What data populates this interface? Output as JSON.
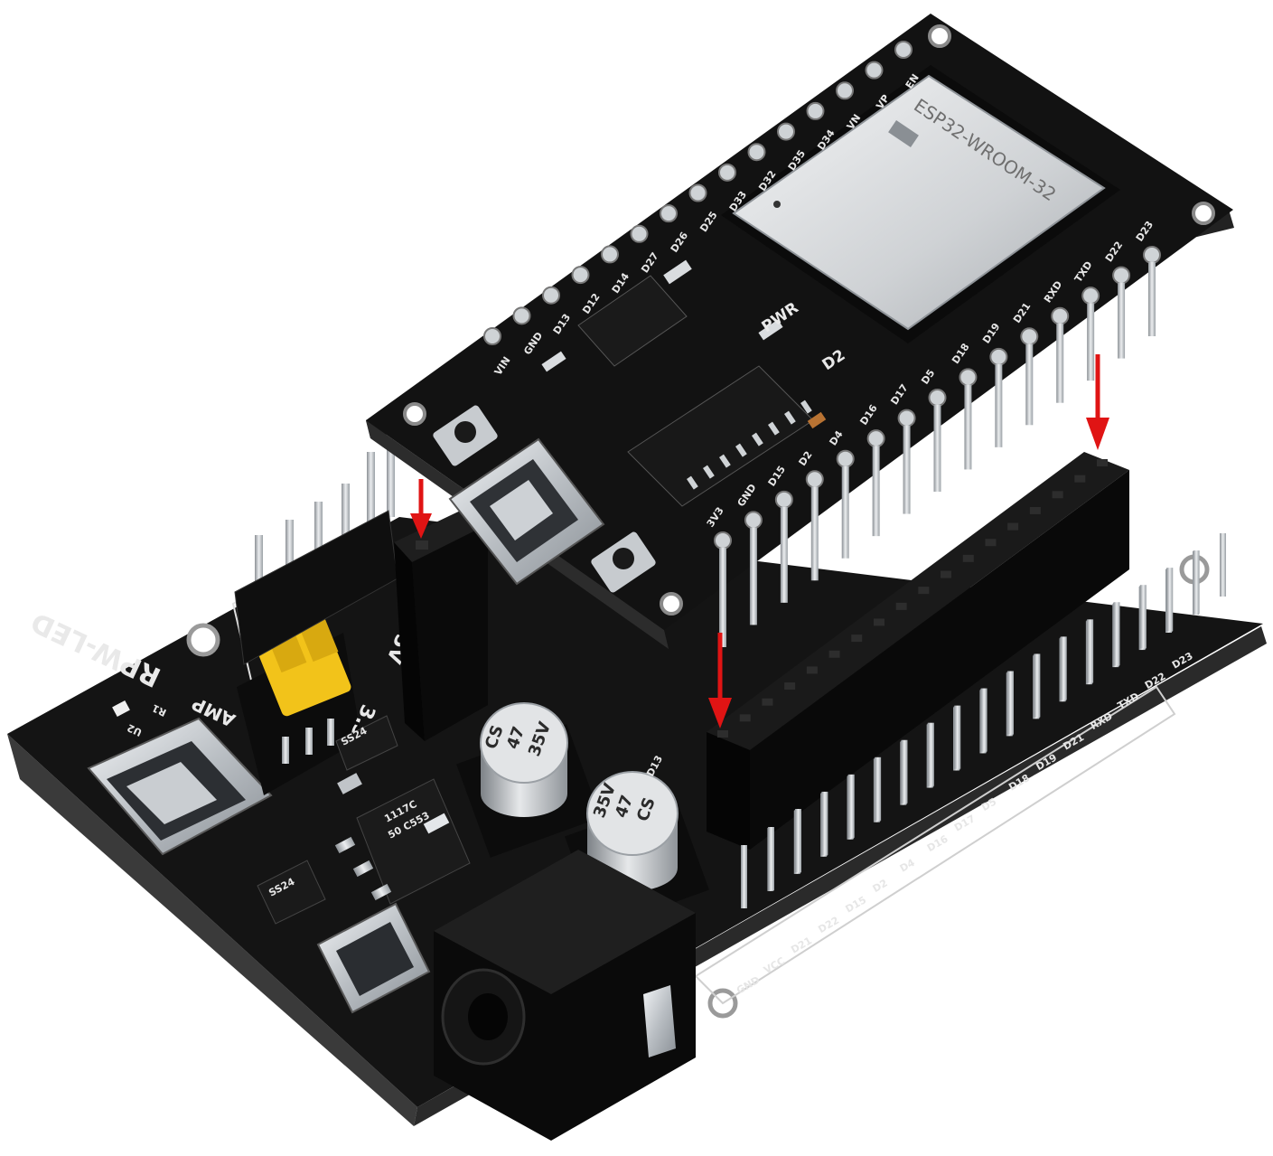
{
  "module": {
    "chip_label": "ESP32-WROOM-32",
    "top_pins": [
      "VIN",
      "GND",
      "D13",
      "D12",
      "D14",
      "D27",
      "D26",
      "D25",
      "D33",
      "D32",
      "D35",
      "D34",
      "VN",
      "VP",
      "EN"
    ],
    "bottom_pins": [
      "3V3",
      "GND",
      "D15",
      "D2",
      "D4",
      "D16",
      "D17",
      "D5",
      "D18",
      "D19",
      "D21",
      "RXD",
      "TXD",
      "D22",
      "D23"
    ],
    "pwr_label": "PWR",
    "led_label": "D2"
  },
  "base_board": {
    "brand": "RPW-LED",
    "u2_label": "U2",
    "r1_label": "R1",
    "jumper_options": [
      "5V",
      "3.3V"
    ],
    "amp_label": "AMP",
    "regulator_lines": [
      "1117C",
      "50 C553"
    ],
    "diode_label": "SS24",
    "pin_labels": [
      "GND",
      "VCC",
      "D21",
      "D22",
      "D15",
      "D2",
      "D4",
      "D16",
      "D17",
      "D5",
      "D18",
      "D19",
      "D21",
      "RXD",
      "TXD",
      "D22",
      "D23"
    ],
    "edge_label": "D13"
  },
  "capacitors": [
    {
      "value": "47",
      "voltage": "35V",
      "series": "CS"
    },
    {
      "value": "47",
      "voltage": "35V",
      "series": "CS"
    }
  ],
  "icons": [
    "arrow-down-icon",
    "usb-c-port-icon",
    "micro-usb-port-icon",
    "dc-barrel-jack-icon"
  ],
  "colors": {
    "pcb": "#121212",
    "header": "#0a0a0a",
    "arrow": "#e01414",
    "jumper": "#f2c31a",
    "metal": "#bfc3c7"
  }
}
